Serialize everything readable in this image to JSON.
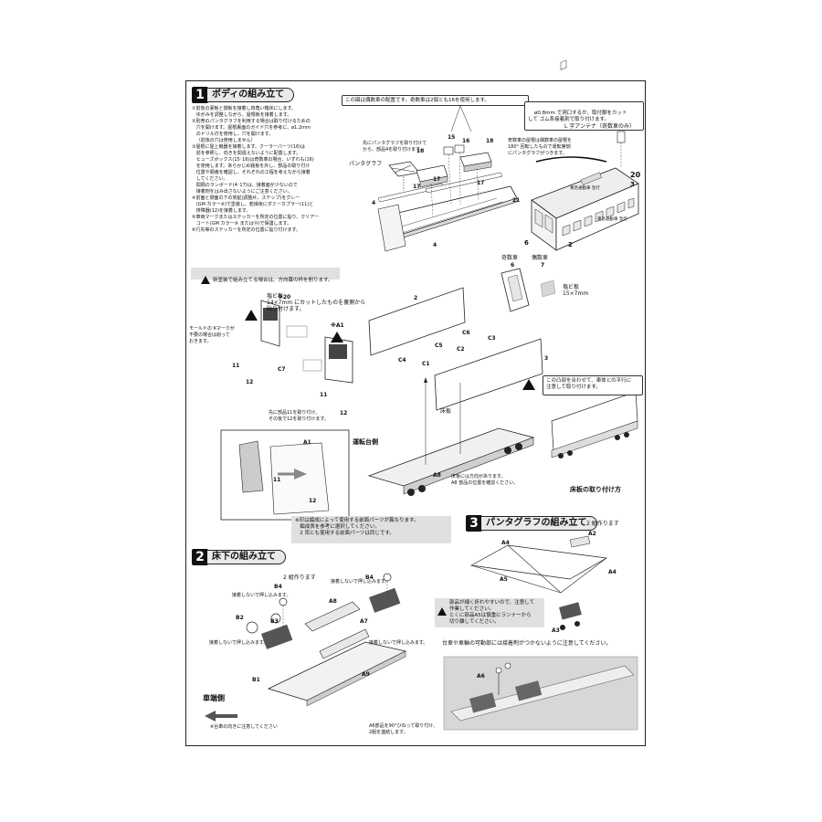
{
  "section1": {
    "num": "1",
    "title": "ボディの組み立て",
    "steps": "①前後の妻板と側板を接着し四角い箱状にします。\n   ゆがみを調整しながら、屋根板を接着します。\n②別売のパンタグラフを利用する場合は取り付けるための\n   穴を開けます。屋根裏面のガイド穴を参考に、ø1.2mm\n   のドリル刃を使用し、穴を開けます。\n   （前後の穴は使用しません）\n③屋根に屋上機器を接着します。クーラーパーツ(16)は\n   前を参照し、向きを間違えないように配置します。\n   ヒューズボックス(15･16)は奇数車の場合、いずれも(16)\n   を使用します。あらかじめ銘板を外し、部品の取り付け\n   位置や順番を確認し、それぞれの工程を考えながら接着\n   してください。\n   間隔のランボード(4･17)は、接着面が少ないので\n   接着剤をはみ出さないようにご注意ください。\n④前面と側面の下の突起(調整片、ステップ)をグレー\n   (GM カラー⑨)で塗装し、乾燥後にダミーカプラー(11)と\n   排障器(12)を接着します。\n⑤車両マークまたはステッカーを所定の位置に貼り、クリアー\n   コート(GM カラー⑩ または⑭)で保護します。\n⑥行先等のステッカーを所定の位置に貼り付けます。",
    "warning": "新塗装で組み立てる場合は、方向幕の枠を削ります。",
    "top_note": "この図は偶数車の配置です。奇数車は2個とも16を使用します。",
    "pantograph_note": "先にパンタグラフを取り付けて\nから、部品4を取り付けます。",
    "pantograph_label": "パンタグラフ",
    "drill_note": "ø0.8mm で洞口するか、取付脚をカット\nして ゴム系接着剤で取り付けます。",
    "antenna_label": "L 字アンテナ（奇数車のみ）",
    "odd_car_note": "奇数車の屋根は偶数車の屋根を\n180° 回転したもので運転席側\nにパンタグラフがつきます。",
    "odd_car": "奇数車",
    "even_car": "偶数車",
    "vinyl_a": "塩ビ板\n14×7mm にカットしたものを裏側から\n貼り付けます。",
    "vinyl_b": "塩ビ板\n15×7mm",
    "mold_note": "モールドの Kマークが\n不要の場合は削って\nおきます。",
    "coupler_note": "先に部品11を取り付け、\nその後で12を取り付けます。",
    "align_note": "この凸部を合わせて、車体との平行に\n注意して取り付けます。",
    "floor_label": "床板",
    "floor_note": "床板には方向があります。\nA8 部品の位置を確認ください。",
    "motor_label": "運転台側",
    "floor_mount_title": "床板の取り付け方",
    "body_text_a": "東急通勤車 急行",
    "body_text_b": "東急通勤車 急行"
  },
  "front_note": "※印は編成によって使用する前面パーツが異なります。\n   編成表を参考に選択してください。\n   2 両とも使用する前面パーツは同じです。",
  "section2": {
    "num": "2",
    "title": "床下の組み立て",
    "qty": "2 組作ります",
    "push_a": "接着しないで押し込みます。",
    "push_b": "接着しないで押し込みます。",
    "push_c": "接着しないで押し込みます。",
    "push_d": "接着しないで押し込みます。",
    "driver_side": "車端側",
    "direction_note": "※台車の向きに注意してください"
  },
  "section3": {
    "num": "3",
    "title": "パンタグラフの組み立て",
    "qty": "2 組作ります",
    "caution": "部品が細く折れやすいので、注意して\n作業してください。\nとくに部品A5は慎重にランナーから\n切り離してください。",
    "glue_note": "台車や車輪の可動部には接着剤がつかないように注意してください。",
    "twist_note": "A6部品を90°ひねって取り付け、\n2組を連結します。"
  },
  "labels": {
    "p15": "15",
    "p16": "16",
    "p18a": "18",
    "p18b": "18",
    "p17a": "17",
    "p17b": "17",
    "p17c": "17",
    "p4a": "4",
    "p4b": "4",
    "p21": "21",
    "p20": "20",
    "p3a": "3",
    "p2a": "2",
    "p6a": "6",
    "p6b": "6",
    "p7": "7",
    "p20b": "※20",
    "pA1": "※A1",
    "p11a": "11",
    "p11b": "11",
    "p11c": "11",
    "p12a": "12",
    "p12b": "12",
    "p12c": "12",
    "pC7": "C7",
    "p2b": "2",
    "pC6": "C6",
    "pC5": "C5",
    "pC4": "C4",
    "pC3": "C3",
    "pC2": "C2",
    "pC1": "C1",
    "p3b": "3",
    "pA8": "A8",
    "pA1b": "A1",
    "pB4a": "B4",
    "pB4b": "B4",
    "pB2": "B2",
    "pB3": "B3",
    "pB1": "B1",
    "pA8b": "A8",
    "pA7": "A7",
    "pA9": "A9",
    "pA2": "A2",
    "pA4a": "A4",
    "pA4b": "A4",
    "pA5": "A5",
    "pA3": "A3",
    "pA6": "A6"
  }
}
